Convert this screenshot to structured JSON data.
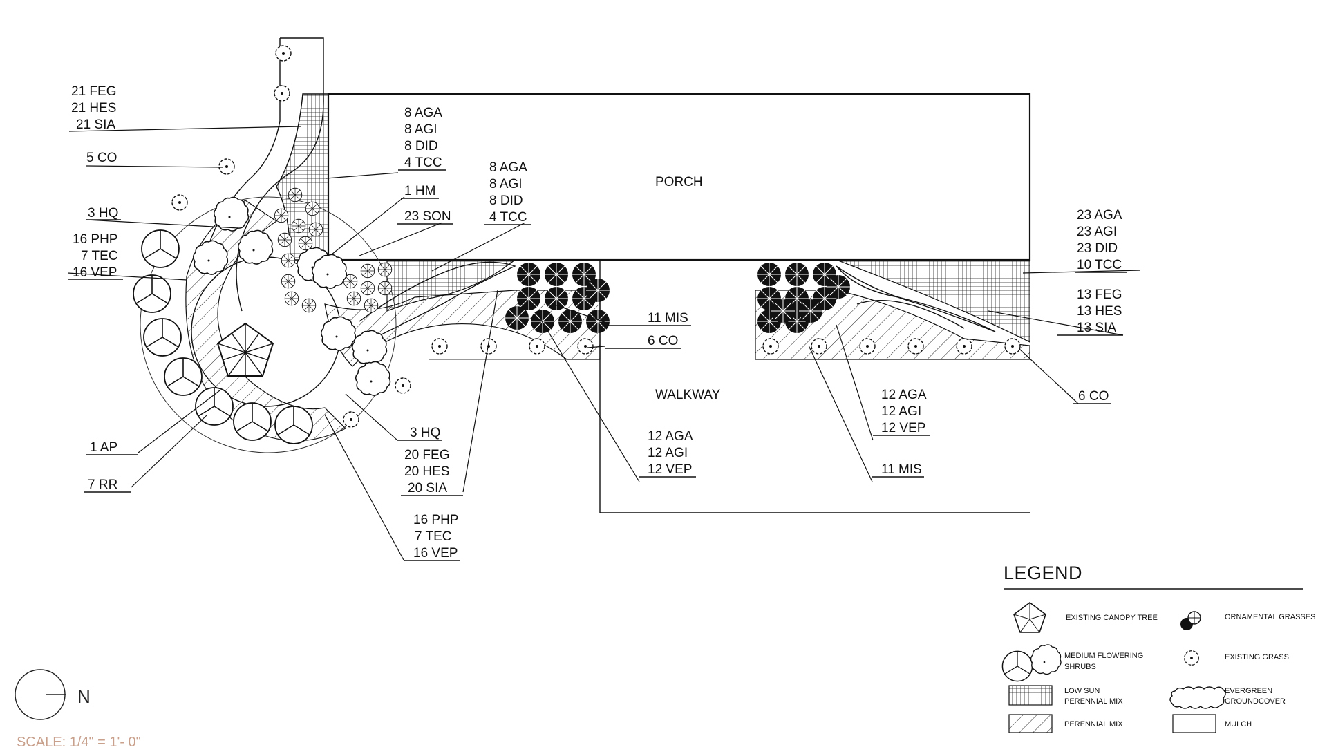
{
  "areas": {
    "porch": "PORCH",
    "walkway": "WALKWAY"
  },
  "labels": {
    "l_21feg": [
      "21 FEG",
      "21 HES",
      "21 SIA"
    ],
    "l_5co": [
      "5 CO"
    ],
    "l_3hq_top": [
      "3 HQ"
    ],
    "l_16php_left": [
      "16 PHP",
      "7 TEC",
      "16 VEP"
    ],
    "l_1ap": [
      "1 AP"
    ],
    "l_7rr": [
      "7 RR"
    ],
    "l_8aga_a": [
      "8 AGA",
      "8 AGI",
      "8 DID",
      "4 TCC"
    ],
    "l_1hm": [
      "1 HM"
    ],
    "l_23son": [
      "23 SON"
    ],
    "l_8aga_b": [
      "8 AGA",
      "8 AGI",
      "8 DID",
      "4 TCC"
    ],
    "l_11mis_a": [
      "11 MIS"
    ],
    "l_6co_a": [
      "6 CO"
    ],
    "l_3hq_bot": [
      "3 HQ"
    ],
    "l_20feg": [
      "20 FEG",
      "20 HES",
      "20 SIA"
    ],
    "l_16php_bot": [
      "16 PHP",
      "7 TEC",
      "16 VEP"
    ],
    "l_12aga_a": [
      "12 AGA",
      "12 AGI",
      "12 VEP"
    ],
    "l_23aga": [
      "23 AGA",
      "23 AGI",
      "23 DID",
      "10 TCC"
    ],
    "l_13feg": [
      "13 FEG",
      "13 HES",
      "13 SIA"
    ],
    "l_12aga_b": [
      "12 AGA",
      "12 AGI",
      "12 VEP"
    ],
    "l_11mis_b": [
      "11 MIS"
    ],
    "l_6co_b": [
      "6 CO"
    ]
  },
  "legend": {
    "title": "LEGEND",
    "items": {
      "canopy": "EXISTING  CANOPY TREE",
      "shrubs_1": "MEDIUM FLOWERING",
      "shrubs_2": "SHRUBS",
      "lowsun_1": "LOW SUN",
      "lowsun_2": "PERENNIAL MIX",
      "perennial": "PERENNIAL MIX",
      "grasses": "ORNAMENTAL GRASSES",
      "existing_grass": "EXISTING GRASS",
      "evergreen_1": "EVERGREEN",
      "evergreen_2": "GROUNDCOVER",
      "mulch": "MULCH"
    }
  },
  "north": "N",
  "scale": "SCALE:  1/4\" = 1'- 0\"",
  "colors": {
    "ink": "#111111",
    "scale_text": "#c8a08c",
    "background": "#ffffff"
  }
}
